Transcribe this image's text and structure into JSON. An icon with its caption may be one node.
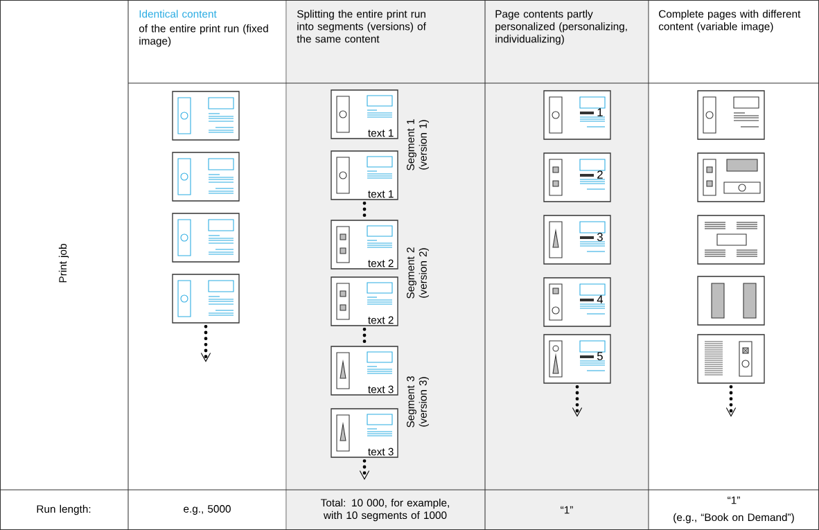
{
  "diagram": {
    "nodes": [
      {
        "text": [],
        "shape": "box"
      },
      {
        "text": [],
        "shape": "box"
      },
      {
        "text": [],
        "shape": "box"
      },
      {
        "text": [],
        "shape": "box"
      },
      {
        "text": [
          "text 1"
        ]
      },
      {
        "text": [
          "text 1"
        ]
      },
      {
        "text": [
          "text 2"
        ]
      },
      {
        "text": [
          "text 2"
        ]
      },
      {
        "text": [
          "text 3"
        ]
      },
      {
        "text": [
          "text 3"
        ]
      },
      {
        "text": [
          "1"
        ]
      },
      {
        "text": [
          "2"
        ]
      },
      {
        "text": [
          "3"
        ]
      },
      {
        "text": [
          "4"
        ]
      },
      {
        "text": [
          "5"
        ]
      },
      {
        "text": [],
        "shape": "box"
      },
      {
        "text": [],
        "shape": "box"
      },
      {
        "text": [],
        "shape": "box"
      },
      {
        "text": [],
        "shape": "box"
      },
      {
        "text": [],
        "shape": "box"
      }
    ],
    "edges": [
      {
        "from": 5,
        "to": 6,
        "arrow": "none",
        "style": "dashed"
      },
      {
        "from": 7,
        "to": 8,
        "arrow": "none",
        "style": "dashed"
      },
      {
        "from": 3,
        "to": null,
        "arrow": "to",
        "style": "dashed"
      },
      {
        "from": 9,
        "to": null,
        "arrow": "to",
        "style": "dashed"
      },
      {
        "from": 14,
        "to": null,
        "arrow": "to",
        "style": "dashed"
      },
      {
        "from": 19,
        "to": null,
        "arrow": "to",
        "style": "dashed"
      }
    ],
    "labels": [
      "Identical content",
      "of the entire print run (fixed image)",
      "Splitting the entire print run into segments (versions) of the same content",
      "Page contents partly personalized (personalizing, individualizing)",
      "Complete pages with different content (variable image)",
      "Print job",
      "Segment 1 (version 1)",
      "Segment 2 (version 2)",
      "Segment 3 (version 3)",
      "Run length:",
      "e.g., 5000",
      "Total: 10 000, for example, with 10 segments of 1000",
      "“1”",
      "“1”",
      "(e.g., “Book on Demand”)"
    ]
  }
}
